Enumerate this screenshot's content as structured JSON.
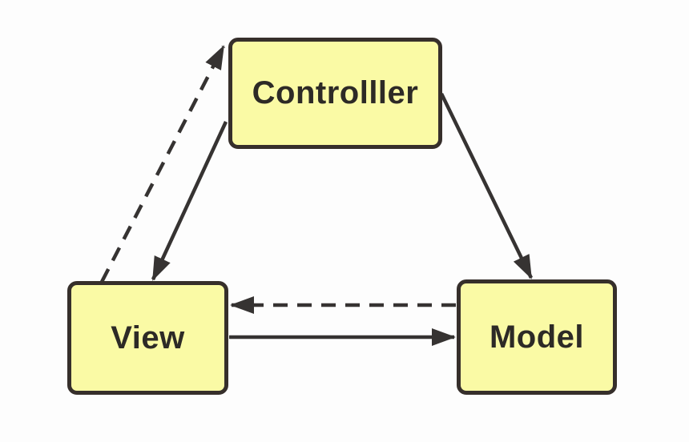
{
  "diagram": {
    "type": "mvc-relationship-diagram",
    "background_color": "#fdfdfd",
    "node_fill_color": "#fafaa5",
    "node_border_color": "#362f2b",
    "node_text_color": "#2d2a26",
    "edge_color": "#363332",
    "nodes": [
      {
        "id": "controller",
        "label": "Controlller"
      },
      {
        "id": "view",
        "label": "View"
      },
      {
        "id": "model",
        "label": "Model"
      }
    ],
    "edges": [
      {
        "from": "view",
        "to": "controller",
        "style": "dashed",
        "arrowhead": "solid-triangle"
      },
      {
        "from": "controller",
        "to": "view",
        "style": "solid",
        "arrowhead": "solid-triangle"
      },
      {
        "from": "controller",
        "to": "model",
        "style": "solid",
        "arrowhead": "solid-triangle"
      },
      {
        "from": "model",
        "to": "view",
        "style": "dashed",
        "arrowhead": "solid-triangle"
      },
      {
        "from": "view",
        "to": "model",
        "style": "solid",
        "arrowhead": "solid-triangle"
      }
    ]
  }
}
